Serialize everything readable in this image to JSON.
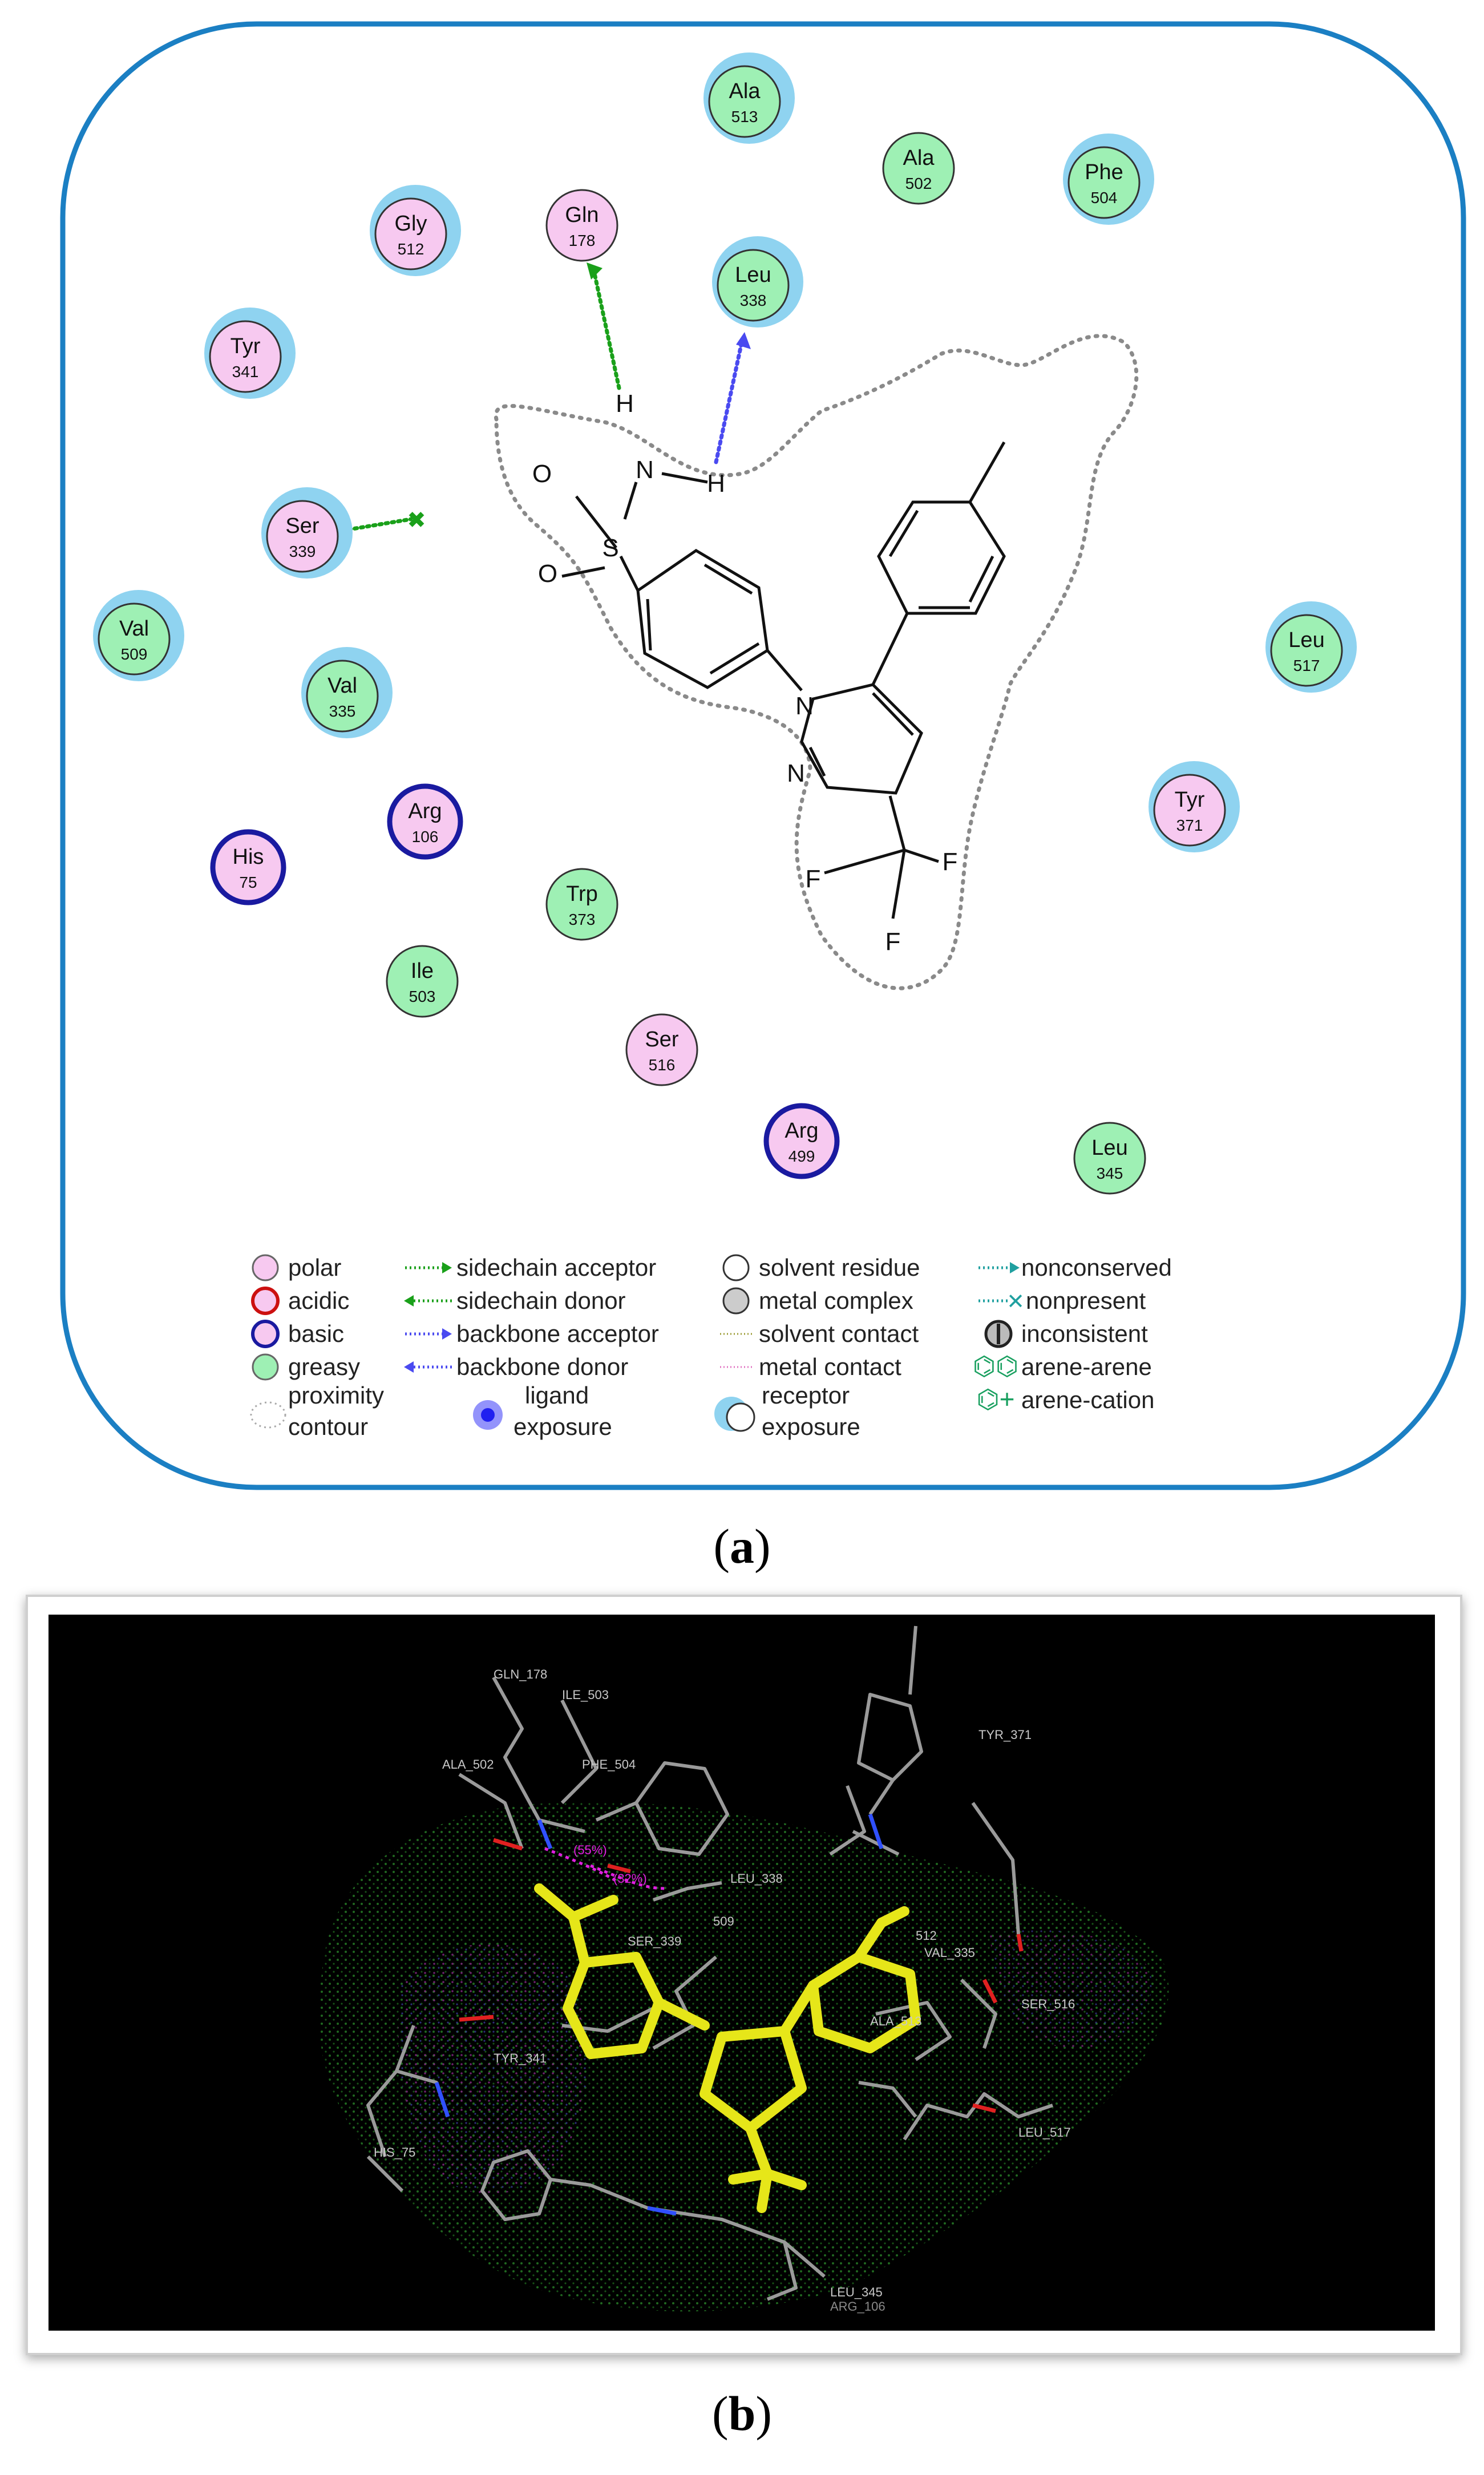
{
  "panel_a": {
    "residues": [
      {
        "name": "Ala",
        "num": "513",
        "type": "greasy",
        "exposure": true
      },
      {
        "name": "Ala",
        "num": "502",
        "type": "greasy",
        "exposure": false
      },
      {
        "name": "Phe",
        "num": "504",
        "type": "greasy",
        "exposure": true
      },
      {
        "name": "Gly",
        "num": "512",
        "type": "polar",
        "exposure": true
      },
      {
        "name": "Gln",
        "num": "178",
        "type": "polar",
        "exposure": false
      },
      {
        "name": "Leu",
        "num": "338",
        "type": "greasy",
        "exposure": true
      },
      {
        "name": "Tyr",
        "num": "341",
        "type": "polar",
        "exposure": true
      },
      {
        "name": "Ser",
        "num": "339",
        "type": "polar",
        "exposure": true
      },
      {
        "name": "Val",
        "num": "509",
        "type": "greasy",
        "exposure": true
      },
      {
        "name": "Val",
        "num": "335",
        "type": "greasy",
        "exposure": true
      },
      {
        "name": "Leu",
        "num": "517",
        "type": "greasy",
        "exposure": true
      },
      {
        "name": "Tyr",
        "num": "371",
        "type": "polar",
        "exposure": true
      },
      {
        "name": "Arg",
        "num": "106",
        "type": "basic",
        "exposure": false
      },
      {
        "name": "His",
        "num": "75",
        "type": "basic",
        "exposure": false
      },
      {
        "name": "Trp",
        "num": "373",
        "type": "greasy",
        "exposure": false
      },
      {
        "name": "Ile",
        "num": "503",
        "type": "greasy",
        "exposure": false
      },
      {
        "name": "Ser",
        "num": "516",
        "type": "polar",
        "exposure": false
      },
      {
        "name": "Arg",
        "num": "499",
        "type": "basic",
        "exposure": false
      },
      {
        "name": "Leu",
        "num": "345",
        "type": "greasy",
        "exposure": false
      }
    ],
    "atoms": {
      "H1": "H",
      "H2": "H",
      "N_amide": "N",
      "S": "S",
      "O1": "O",
      "O2": "O",
      "N1": "N",
      "N2": "N",
      "F1": "F",
      "F2": "F",
      "F3": "F"
    },
    "legend": {
      "col1": [
        "polar",
        "acidic",
        "basic",
        "greasy",
        "proximity",
        "contour"
      ],
      "col2": [
        "sidechain acceptor",
        "sidechain donor",
        "backbone acceptor",
        "backbone donor",
        "ligand",
        "exposure"
      ],
      "col3": [
        "solvent residue",
        "metal complex",
        "solvent contact",
        "metal contact",
        "receptor",
        "exposure"
      ],
      "col4": [
        "nonconserved",
        "nonpresent",
        "inconsistent",
        "arene-arene",
        "arene-cation"
      ]
    },
    "colors": {
      "polar": "#f7c9f0",
      "greasy": "#9ef0b4",
      "basic_ring": "#1a1aa0",
      "exposure": "#8fd3f0",
      "frame": "#1b7fc3",
      "sidechain": "#1aa01a",
      "backbone": "#4a4af0"
    }
  },
  "panel_b": {
    "labels": [
      "GLN_178",
      "ILE_503",
      "ALA_502",
      "PHE_504",
      "TYR_371",
      "(55%)",
      "(32%)",
      "LEU_338",
      "509",
      "SER_339",
      "512",
      "VAL_335",
      "SER_516",
      "ALA_513",
      "HIS_75",
      "TYR_341",
      "LEU_517",
      "LEU_345",
      "ARG_106"
    ],
    "colors": {
      "ligand": "#e6e619",
      "hbond": "#e020e0",
      "background": "#000000"
    }
  },
  "captions": {
    "a": "a",
    "b": "b"
  }
}
